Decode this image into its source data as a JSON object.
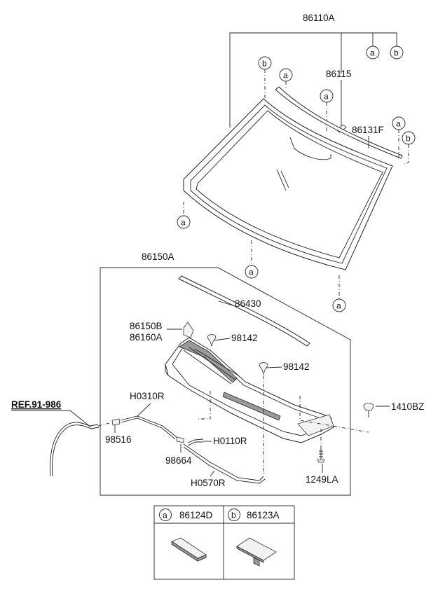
{
  "labels": {
    "windshield_assy": "86110A",
    "windshield_tape": "86115",
    "moulding": "86131F",
    "cowl_panel_assy": "86150A",
    "cowl_seal": "86430",
    "cowl_cap_upper": "86150B",
    "cowl_cap_lower": "86160A",
    "clip_left": "98142",
    "clip_right": "98142",
    "screw": "1410BZ",
    "ref": "REF.91-986",
    "hose_upper": "H0310R",
    "connector_1": "98516",
    "hose_short": "H0110R",
    "connector_2": "98664",
    "hose_lower": "H0570R",
    "bolt": "1249LA"
  },
  "markers": {
    "a": "a",
    "b": "b"
  },
  "legend": {
    "col_a_marker": "a",
    "col_a_part": "86124D",
    "col_b_marker": "b",
    "col_b_part": "86123A"
  }
}
